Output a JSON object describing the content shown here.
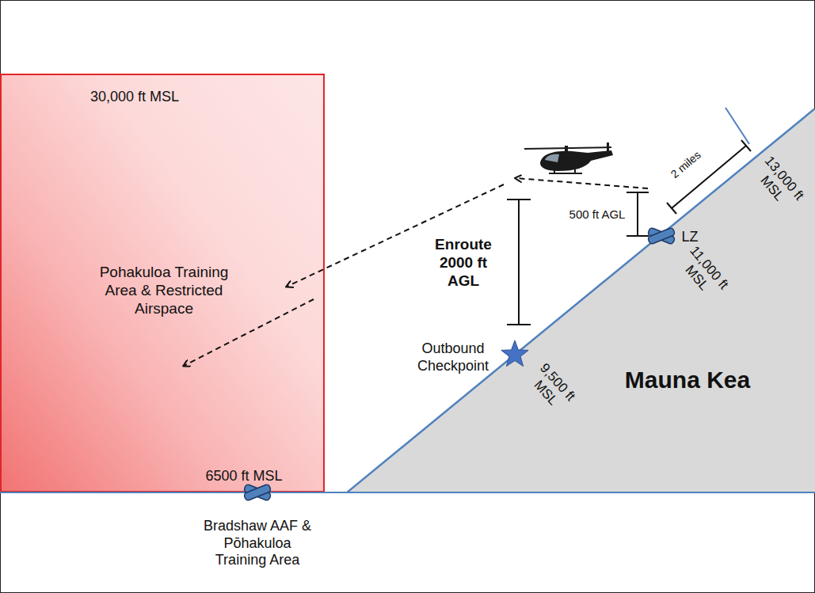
{
  "diagram": {
    "nodes": [
      {
        "text": [
          "30,000 ft MSL",
          "Pohakuloa Training Area & Restricted Airspace",
          "6500 ft MSL"
        ]
      },
      {
        "text": [
          "Mauna Kea"
        ]
      }
    ],
    "labels": [
      "Bradshaw AAF & Pōhakuloa Training Area",
      "Outbound Checkpoint",
      "9,500 ft MSL",
      "Enroute 2000 ft AGL",
      "500 ft AGL",
      "LZ",
      "11,000 ft MSL",
      "2 miles",
      "13,000 ft MSL"
    ]
  }
}
